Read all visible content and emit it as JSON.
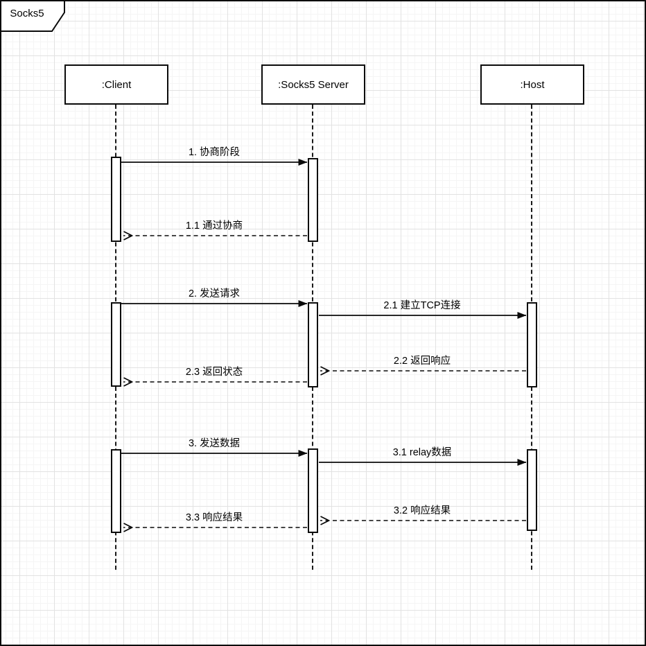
{
  "frame": {
    "title": "Socks5"
  },
  "actors": [
    {
      "label": ":Client"
    },
    {
      "label": ":Socks5 Server"
    },
    {
      "label": ":Host"
    }
  ],
  "messages": [
    {
      "id": "1",
      "label": "1. 协商阶段",
      "from": ":Client",
      "to": ":Socks5 Server",
      "type": "solid"
    },
    {
      "id": "1.1",
      "label": "1.1 通过协商",
      "from": ":Socks5 Server",
      "to": ":Client",
      "type": "dashed"
    },
    {
      "id": "2",
      "label": "2. 发送请求",
      "from": ":Client",
      "to": ":Socks5 Server",
      "type": "solid"
    },
    {
      "id": "2.1",
      "label": "2.1 建立TCP连接",
      "from": ":Socks5 Server",
      "to": ":Host",
      "type": "solid"
    },
    {
      "id": "2.2",
      "label": "2.2 返回响应",
      "from": ":Host",
      "to": ":Socks5 Server",
      "type": "dashed"
    },
    {
      "id": "2.3",
      "label": "2.3 返回状态",
      "from": ":Socks5 Server",
      "to": ":Client",
      "type": "dashed"
    },
    {
      "id": "3",
      "label": "3. 发送数据",
      "from": ":Client",
      "to": ":Socks5 Server",
      "type": "solid"
    },
    {
      "id": "3.1",
      "label": "3.1 relay数据",
      "from": ":Socks5 Server",
      "to": ":Host",
      "type": "solid"
    },
    {
      "id": "3.2",
      "label": "3.2 响应结果",
      "from": ":Host",
      "to": ":Socks5 Server",
      "type": "dashed"
    },
    {
      "id": "3.3",
      "label": "3.3 响应结果",
      "from": ":Socks5 Server",
      "to": ":Client",
      "type": "dashed"
    }
  ],
  "colors": {
    "stroke": "#0a0a0a",
    "background": "#ffffff",
    "grid_minor": "#f5f5f5",
    "grid_major": "#e2e2e2"
  }
}
